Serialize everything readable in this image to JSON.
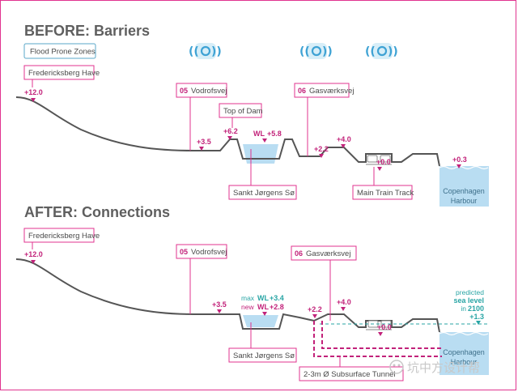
{
  "before": {
    "title": "BEFORE: Barriers",
    "legend_label": "Flood Prone Zones",
    "labels": {
      "park": "Fredericksberg Have",
      "street05": "Vodrofsvej",
      "street05_num": "05",
      "dam": "Top of Dam",
      "street06": "Gasværksvej",
      "street06_num": "06",
      "lake": "Sankt Jørgens Sø",
      "train": "Main Train Track",
      "harbour_line1": "Copenhagen",
      "harbour_line2": "Harbour"
    },
    "elevations": {
      "park": "+12.0",
      "street05": "+3.5",
      "dam": "+6.2",
      "wl_label": "WL",
      "wl": "+5.8",
      "street06": "+2.2",
      "hill": "+4.0",
      "track": "+0.0",
      "harbour": "+0.3"
    }
  },
  "after": {
    "title": "AFTER: Connections",
    "labels": {
      "park": "Fredericksberg Have",
      "street05": "Vodrofsvej",
      "street05_num": "05",
      "street06": "Gasværksvej",
      "street06_num": "06",
      "lake": "Sankt Jørgens Sø",
      "tunnel": "2-3m Ø  Subsurface Tunnel",
      "harbour_line1": "Copenhagen",
      "harbour_line2": "Harbour"
    },
    "elevations": {
      "park": "+12.0",
      "street05": "+3.5",
      "max_wl_prefix": "max",
      "max_wl_label": "WL",
      "max_wl": "+3.4",
      "new_wl_prefix": "new",
      "new_wl_label": "WL",
      "new_wl": "+2.8",
      "street06": "+2.2",
      "hill": "+4.0",
      "track": "+0.0"
    },
    "sea_level": {
      "line1": "predicted",
      "line2": "sea level",
      "line3_prefix": "in",
      "year": "2100",
      "value": "+1.3"
    }
  },
  "watermark": "坑中方设计帮",
  "colors": {
    "accent_pink": "#e0338f",
    "dark_pink": "#c2227a",
    "water_blue": "#b9ddf2",
    "teal": "#29a5a5",
    "ground": "#555555",
    "heading_gray": "#5f5f5f"
  }
}
